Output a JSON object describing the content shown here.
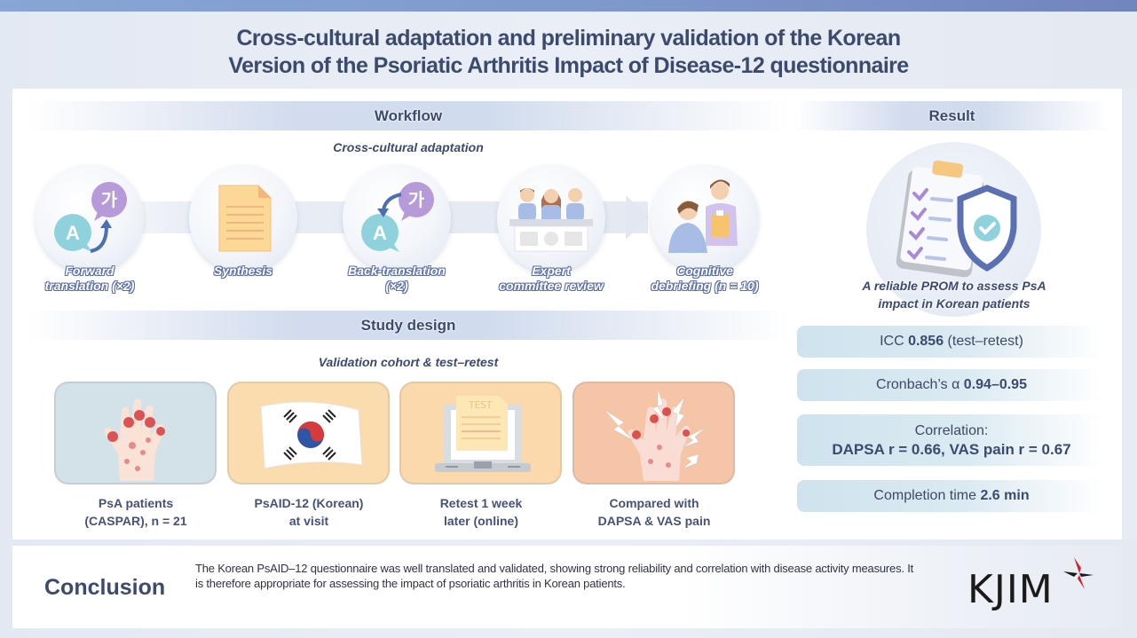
{
  "header": {
    "title_line1": "Cross-cultural adaptation and preliminary validation of the Korean",
    "title_line2": "Version of the Psoriatic Arthritis Impact of Disease-12 questionnaire"
  },
  "workflow": {
    "header": "Workflow",
    "subheader": "Cross-cultural adaptation",
    "steps": [
      {
        "icon": "translation-icon",
        "label_line1": "Forward",
        "label_line2": "translation (×2)"
      },
      {
        "icon": "document-icon",
        "label_line1": "Synthesis",
        "label_line2": ""
      },
      {
        "icon": "back-translation-icon",
        "label_line1": "Back-translation",
        "label_line2": "(×2)"
      },
      {
        "icon": "expert-committee-icon",
        "label_line1": "Expert",
        "label_line2": "committee review"
      },
      {
        "icon": "interview-icon",
        "label_line1": "Cognitive",
        "label_line2": "debriefing (n = 10)"
      }
    ],
    "korean_glyph": "가",
    "latin_glyph": "A"
  },
  "study_design": {
    "header": "Study design",
    "subheader": "Validation cohort & test–retest",
    "cards": [
      {
        "icon": "psoriatic-hand-icon",
        "label_line1": "PsA patients",
        "label_line2": "(CASPAR), n = 21",
        "color": "#d3e1e8"
      },
      {
        "icon": "korean-flag-icon",
        "label_line1": "PsAID-12 (Korean)",
        "label_line2": "at visit",
        "color": "#fbdcae"
      },
      {
        "icon": "laptop-test-icon",
        "label_line1": "Retest 1 week",
        "label_line2": "later (online)",
        "color": "#fbd9ad"
      },
      {
        "icon": "painful-hand-icon",
        "label_line1": "Compared with",
        "label_line2": "DAPSA & VAS pain",
        "color": "#f6c4a6"
      }
    ],
    "test_label": "TEST"
  },
  "result": {
    "header": "Result",
    "caption_line1": "A reliable PROM to assess PsA",
    "caption_line2": "impact in Korean patients",
    "stats": [
      {
        "prefix": "ICC ",
        "value": "0.856",
        "suffix": " (test–retest)"
      },
      {
        "prefix": "Cronbach’s α ",
        "value": "0.94–0.95",
        "suffix": ""
      },
      {
        "prefix": "Correlation:",
        "value": "DAPSA r = 0.66, VAS pain r = 0.67",
        "suffix": ""
      },
      {
        "prefix": "Completion time ",
        "value": "2.6 min",
        "suffix": ""
      }
    ]
  },
  "conclusion": {
    "title": "Conclusion",
    "text": "The Korean PsAID–12 questionnaire was well translated and validated, showing strong reliability and correlation with disease activity measures. It is therefore appropriate for assessing the impact of psoriatic arthritis in Korean patients."
  },
  "logo": {
    "text": "KJIM",
    "accent_color": "#d0232a"
  },
  "colors": {
    "primary_text": "#3c4a6e",
    "top_bar": "#7f98cc",
    "workflow_label_outline": "#5c6fa6"
  }
}
